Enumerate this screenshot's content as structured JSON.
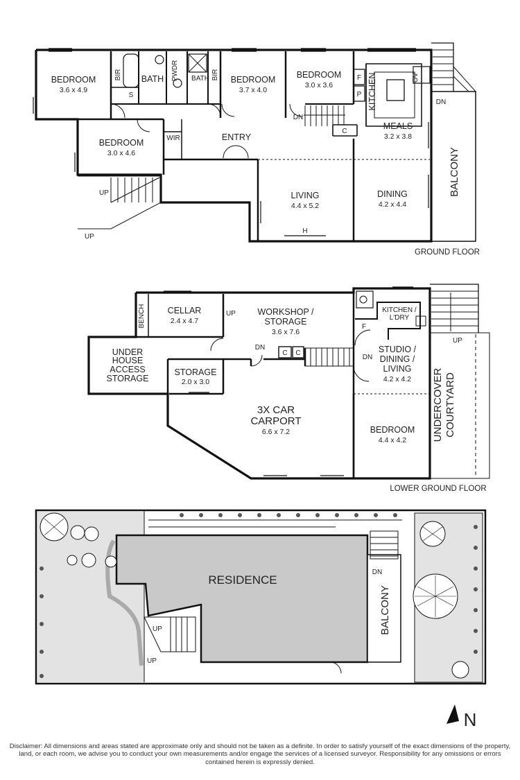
{
  "ground_floor": {
    "title": "GROUND FLOOR",
    "rooms": [
      {
        "name": "BEDROOM",
        "dims": "3.6 x 4.9"
      },
      {
        "name": "BEDROOM",
        "dims": "3.7 x 4.0"
      },
      {
        "name": "BEDROOM",
        "dims": "3.0 x 3.6"
      },
      {
        "name": "BEDROOM",
        "dims": "3.0 x 4.6"
      },
      {
        "name": "MEALS",
        "dims": "3.2 x 3.8"
      },
      {
        "name": "LIVING",
        "dims": "4.4 x 5.2"
      },
      {
        "name": "DINING",
        "dims": "4.2 x 4.4"
      }
    ],
    "labels": {
      "bath": "BATH",
      "bath2": "BATH",
      "pwdr": "PWDR",
      "bir": "BIR",
      "bir2": "BIR",
      "s": "S",
      "wir": "WIR",
      "entry": "ENTRY",
      "kitchen": "KITCHEN",
      "f": "F",
      "p": "P",
      "ov": "OV",
      "c": "C",
      "dn": "DN",
      "dn2": "DN",
      "up": "UP",
      "up2": "UP",
      "h": "H",
      "balcony": "BALCONY"
    }
  },
  "lower_ground_floor": {
    "title": "LOWER GROUND FLOOR",
    "rooms": [
      {
        "name": "CELLAR",
        "dims": "2.4 x 4.7"
      },
      {
        "name": "WORKSHOP / STORAGE",
        "line1": "WORKSHOP /",
        "line2": "STORAGE",
        "dims": "3.6 x 7.6"
      },
      {
        "name": "STORAGE",
        "dims": "2.0 x 3.0"
      },
      {
        "name": "3X CAR CARPORT",
        "line1": "3X CAR",
        "line2": "CARPORT",
        "dims": "6.6 x 7.2"
      },
      {
        "name": "STUDIO / DINING / LIVING",
        "line1": "STUDIO /",
        "line2": "DINING /",
        "line3": "LIVING",
        "dims": "4.2 x 4.2"
      },
      {
        "name": "BEDROOM",
        "dims": "4.4 x 4.2"
      }
    ],
    "labels": {
      "bench": "BENCH",
      "under1": "UNDER",
      "under2": "HOUSE",
      "under3": "ACCESS",
      "under4": "STORAGE",
      "kitchen1": "KITCHEN /",
      "kitchen2": "L'DRY",
      "f": "F",
      "c": "C",
      "c2": "C",
      "up": "UP",
      "up2": "UP",
      "dn": "DN",
      "dn2": "DN",
      "courtyard1": "UNDERCOVER",
      "courtyard2": "COURTYARD"
    }
  },
  "site_plan": {
    "residence": "RESIDENCE",
    "balcony": "BALCONY",
    "dn": "DN",
    "up": "UP",
    "up2": "UP",
    "north": "N"
  },
  "disclaimer": "Disclaimer: All dimensions and areas stated are approximate only and should not be taken as a definite. In order to satisfy yourself of the exact dimensions of the property, land, or each room, we advise you to conduct your own measurements and/or engage the services of a licensed surveyor. Responsibility for any omissions or errors contained herein is expressly denied."
}
